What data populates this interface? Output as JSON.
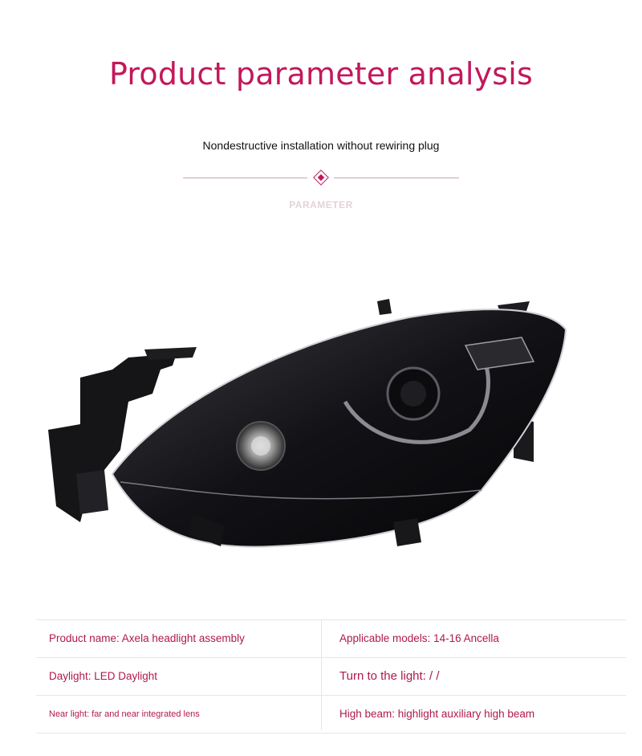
{
  "title": "Product parameter analysis",
  "subtitle": "Nondestructive installation without rewiring plug",
  "param_label": "PARAMETER",
  "product_image": {
    "subject": "headlight-assembly"
  },
  "specs": {
    "rows": [
      {
        "left": "Product name: Axela headlight assembly",
        "right": "Applicable models: 14-16 Ancella"
      },
      {
        "left": "Daylight: LED Daylight",
        "right": "Turn to the light: / /"
      },
      {
        "left": "Near light: far and near integrated lens",
        "right": "High beam: highlight auxiliary high beam"
      }
    ]
  },
  "colors": {
    "accent": "#c2185b",
    "divider": "#e6e6e6"
  }
}
